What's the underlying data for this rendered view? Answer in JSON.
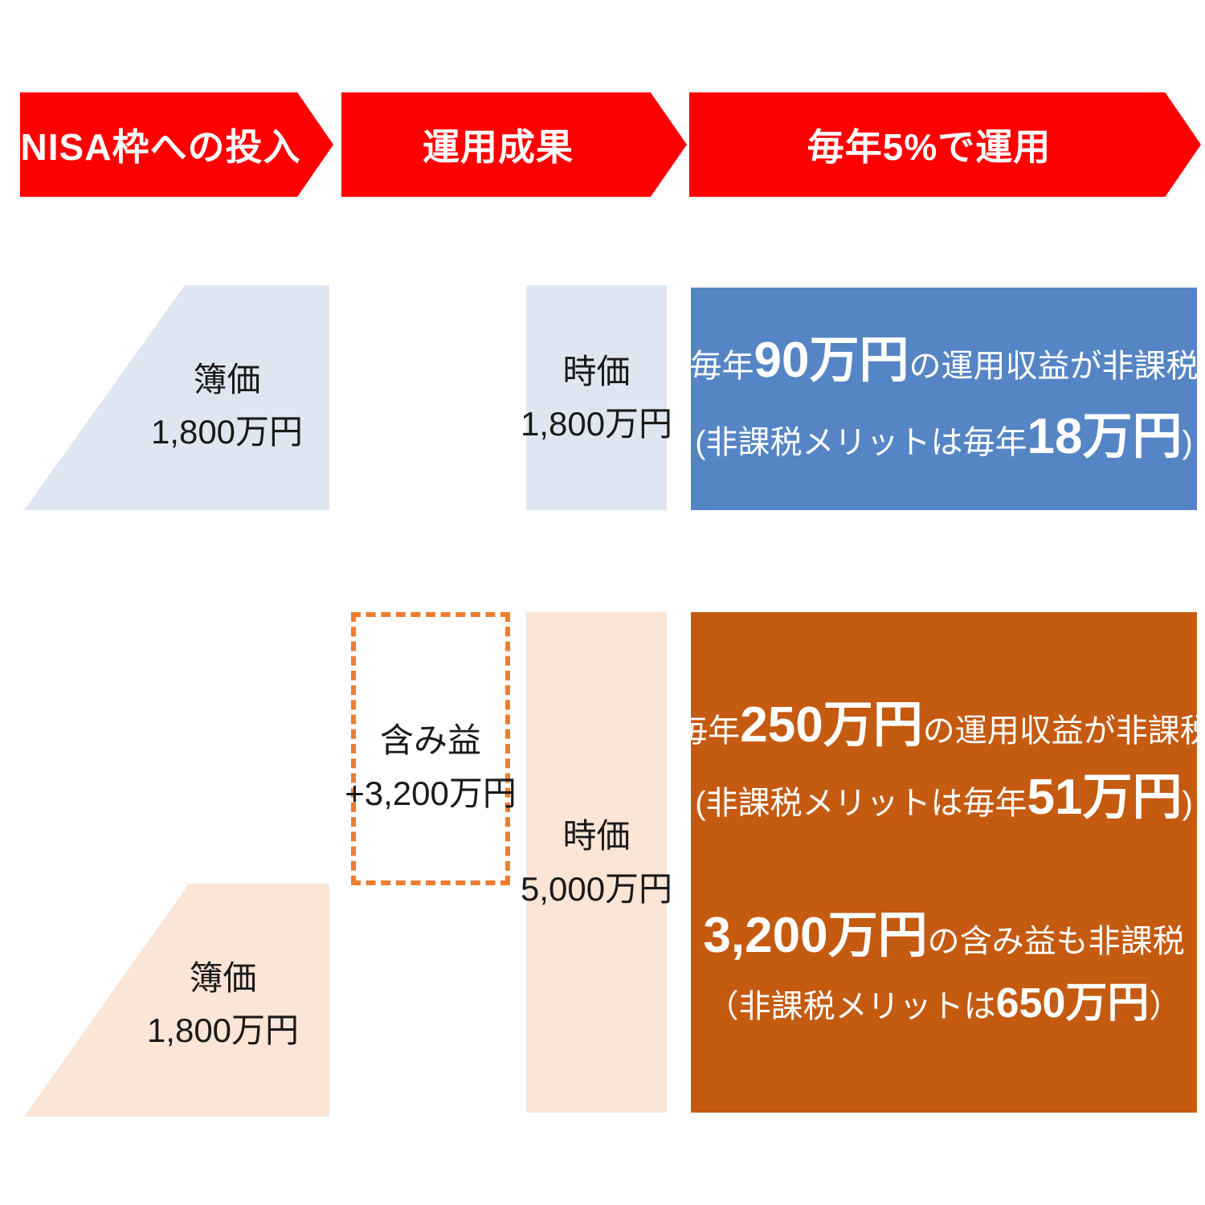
{
  "colors": {
    "red": "#FF0000",
    "light_blue": "#DEE7F1",
    "blue": "#5585C5",
    "light_peach": "#FBE5D6",
    "orange": "#C55A11",
    "dash_orange": "#ED7D31"
  },
  "header": {
    "arrows": [
      {
        "label": "NISA枠への投入"
      },
      {
        "label": "運用成果"
      },
      {
        "label": "毎年5%で運用"
      }
    ]
  },
  "top": {
    "book": {
      "title": "簿価",
      "value": "1,800万円"
    },
    "market": {
      "title": "時価",
      "value": "1,800万円"
    },
    "benefit": {
      "l1_pre": "毎年",
      "l1_big": "90万円",
      "l1_post": "の運用収益が非課税",
      "l2_pre": "(非課税メリットは毎年",
      "l2_big": "18万円",
      "l2_post": ")"
    }
  },
  "bottom": {
    "book": {
      "title": "簿価",
      "value": "1,800万円"
    },
    "gain": {
      "title": "含み益",
      "value": "+3,200万円"
    },
    "market": {
      "title": "時価",
      "value": "5,000万円"
    },
    "benefit": {
      "l1_pre": "毎年",
      "l1_big": "250万円",
      "l1_post": "の運用収益が非課税",
      "l2_pre": "(非課税メリットは毎年",
      "l2_big": "51万円",
      "l2_post": ")",
      "l3_big": "3,200万円",
      "l3_post": "の含み益も非課税",
      "l4_pre": "（非課税メリットは",
      "l4_big": "650万円",
      "l4_post": "）"
    }
  }
}
